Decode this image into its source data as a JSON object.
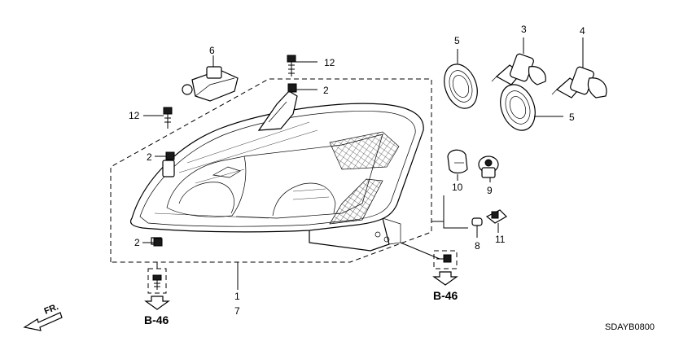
{
  "diagram_code": "SDAYB0800",
  "front_marker": "FR.",
  "callouts": {
    "c1": "1",
    "c7": "7",
    "c2a": "2",
    "c2b": "2",
    "c2c": "2",
    "c3": "3",
    "c4": "4",
    "c5a": "5",
    "c5b": "5",
    "c6": "6",
    "c8": "8",
    "c9": "9",
    "c10": "10",
    "c11": "11",
    "c12a": "12",
    "c12b": "12"
  },
  "refs": {
    "left": "B-46",
    "right": "B-46"
  }
}
